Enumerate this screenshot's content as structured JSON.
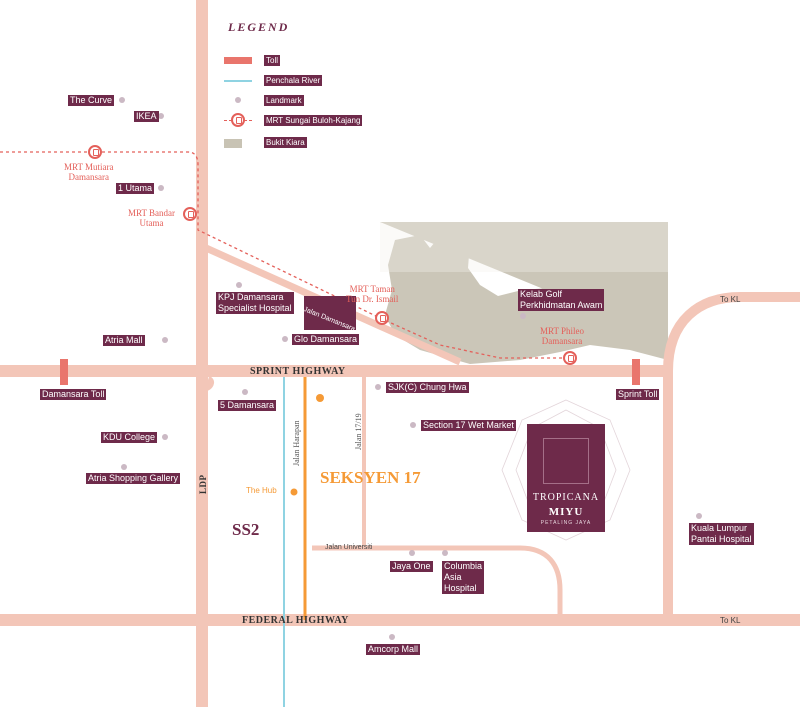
{
  "legend": {
    "title": "LEGEND",
    "items": [
      {
        "label": "Toll",
        "kind": "toll"
      },
      {
        "label": "Penchala River",
        "kind": "river"
      },
      {
        "label": "Landmark",
        "kind": "landmark"
      },
      {
        "label": "MRT Sungai Buloh-Kajang",
        "kind": "mrt"
      },
      {
        "label": "Bukit Kiara",
        "kind": "forest"
      }
    ]
  },
  "colors": {
    "road": "#f3c6b8",
    "label_bg": "#6e2a4a",
    "mrt": "#e4605a",
    "river": "#8fd3e2",
    "forest": "#c8c3b4",
    "toll": "#e9756c",
    "hub": "#f59a36"
  },
  "roads": {
    "sprint": "SPRINT HIGHWAY",
    "federal": "FEDERAL HIGHWAY",
    "ldp": "LDP",
    "to_kl_top": "To KL",
    "to_kl_bottom": "To KL",
    "jalan_harapan": "Jalan Harapan",
    "jalan_1719": "Jalan 17/19",
    "jalan_universiti": "Jalan Universiti",
    "jalan_damansara": "Jalan Damansara"
  },
  "areas": {
    "seksyen17": "SEKSYEN 17",
    "ss2": "SS2"
  },
  "mrt_stations": {
    "mutiara": "MRT Mutiara\nDamansara",
    "bandar_utama": "MRT Bandar\nUtama",
    "taman_tun": "MRT Taman\nTun Dr. Ismail",
    "phileo": "MRT Phileo\nDamansara"
  },
  "landmarks": {
    "the_curve": "The Curve",
    "ikea": "IKEA",
    "one_utama": "1 Utama",
    "kpj": "KPJ Damansara\nSpecialist Hospital",
    "glo": "Glo Damansara",
    "atria_mall": "Atria Mall",
    "damansara_toll": "Damansara Toll",
    "ss_damansara": "5 Damansara",
    "kdu": "KDU College",
    "atria_gallery": "Atria Shopping Gallery",
    "the_hub": "The Hub",
    "sjkc": "SJK(C) Chung Hwa",
    "wet_market": "Section 17 Wet Market",
    "kelab_golf": "Kelab Golf\nPerkhidmatan Awam",
    "sprint_toll": "Sprint Toll",
    "jaya_one": "Jaya One",
    "columbia": "Columbia\nAsia\nHospital",
    "kl_pantai": "Kuala Lumpur\nPantai Hospital",
    "amcorp": "Amcorp Mall"
  },
  "project": {
    "brand": "TROPICANA",
    "name": "MIYU",
    "sub": "PETALING JAYA"
  }
}
